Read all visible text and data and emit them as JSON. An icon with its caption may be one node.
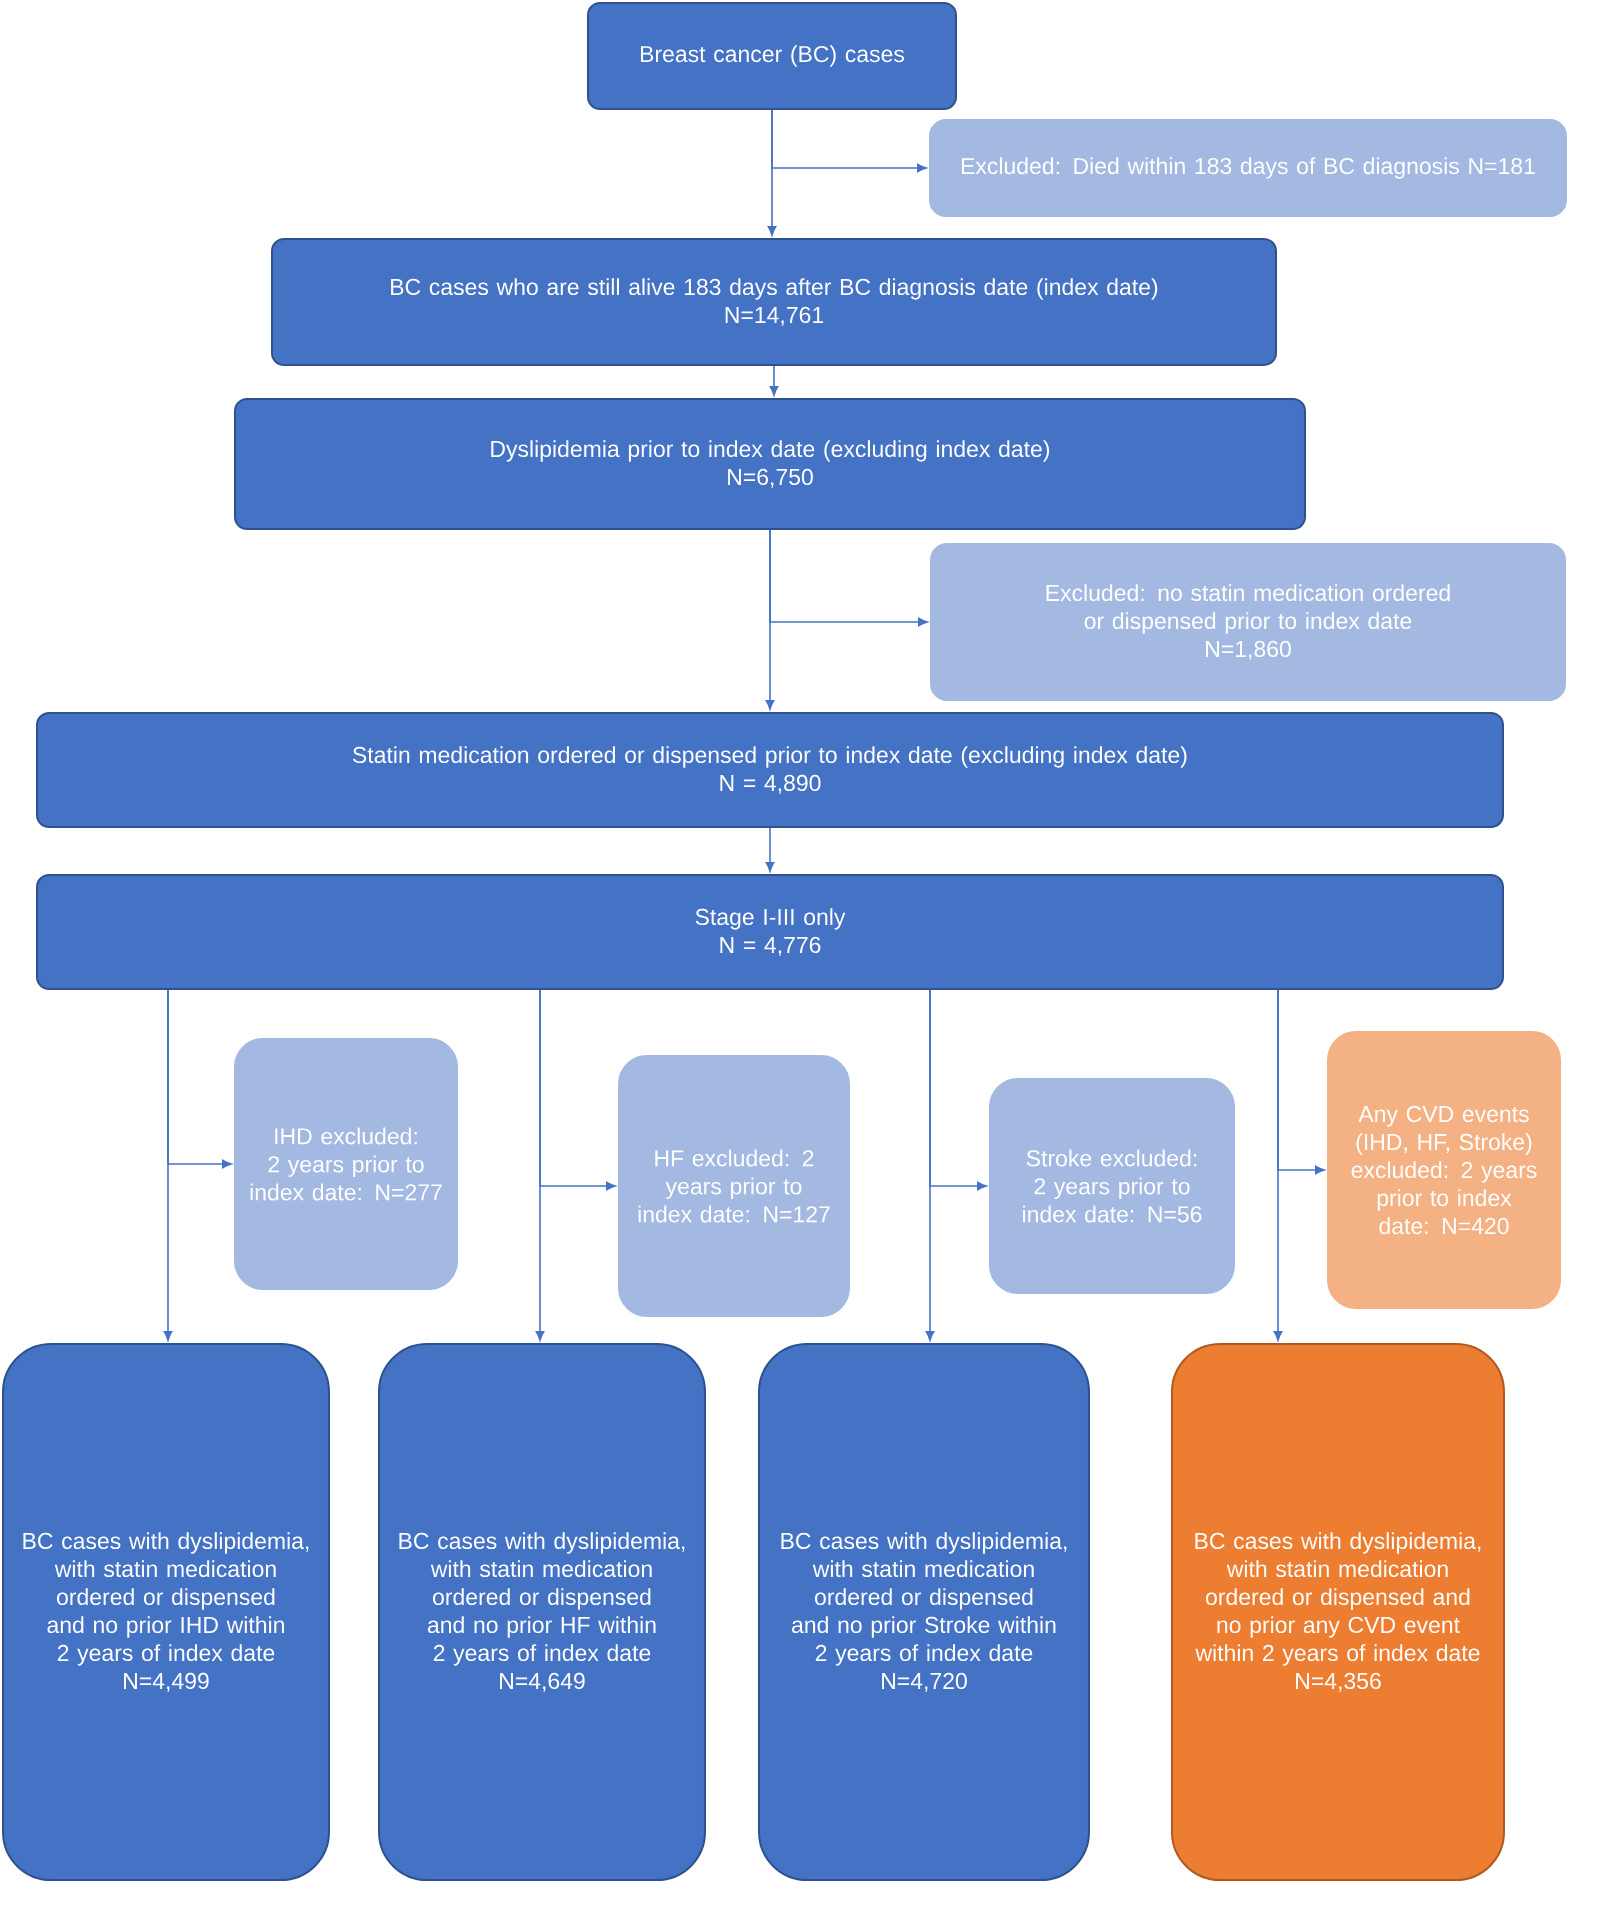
{
  "diagram": {
    "nodes": [
      {
        "text": [
          "Breast cancer (BC) cases"
        ]
      },
      {
        "text": [
          "Excluded: Died within 183 days of BC diagnosis N=181"
        ]
      },
      {
        "text": [
          "BC cases who are still alive 183 days after BC diagnosis date (index date)",
          "N=14,761"
        ]
      },
      {
        "text": [
          "Dyslipidemia prior to index date (excluding index date)",
          "N=6,750"
        ]
      },
      {
        "text": [
          "Excluded: no statin medication ordered or dispensed prior to index date",
          "N=1,860"
        ]
      },
      {
        "text": [
          "Statin medication ordered or dispensed prior to index date (excluding index date)",
          "N = 4,890"
        ]
      },
      {
        "text": [
          "Stage I-III only",
          "N = 4,776"
        ]
      },
      {
        "text": [
          "IHD excluded: 2 years prior to index date: N=277"
        ]
      },
      {
        "text": [
          "HF excluded: 2 years prior to index date: N=127"
        ]
      },
      {
        "text": [
          "Stroke excluded: 2 years prior to index date: N=56"
        ]
      },
      {
        "text": [
          "Any CVD events (IHD, HF, Stroke) excluded: 2 years prior to index date: N=420"
        ]
      },
      {
        "text": [
          "BC cases with dyslipidemia, with statin medication ordered or dispensed and no prior IHD within 2 years of index date",
          "N=4,499"
        ]
      },
      {
        "text": [
          "BC cases with dyslipidemia, with statin medication ordered or dispensed and no prior HF within 2 years of index date",
          "N=4,649"
        ]
      },
      {
        "text": [
          "BC cases with dyslipidemia, with statin medication ordered or dispensed and no prior Stroke within 2 years of index date",
          "N=4,720"
        ]
      },
      {
        "text": [
          "BC cases with dyslipidemia, with statin medication ordered or dispensed and no prior any CVD event within 2 years of index date",
          "N=4,356"
        ]
      }
    ],
    "edges": [
      {
        "from": 0,
        "to": 2,
        "arrow": "to"
      },
      {
        "from": 0,
        "to": 1,
        "arrow": "to"
      },
      {
        "from": 2,
        "to": 3,
        "arrow": "to"
      },
      {
        "from": 3,
        "to": 5,
        "arrow": "to"
      },
      {
        "from": 3,
        "to": 4,
        "arrow": "to"
      },
      {
        "from": 5,
        "to": 6,
        "arrow": "to"
      },
      {
        "from": 6,
        "to": 11,
        "arrow": "to"
      },
      {
        "from": 6,
        "to": 7,
        "arrow": "to"
      },
      {
        "from": 6,
        "to": 12,
        "arrow": "to"
      },
      {
        "from": 6,
        "to": 8,
        "arrow": "to"
      },
      {
        "from": 6,
        "to": 13,
        "arrow": "to"
      },
      {
        "from": 6,
        "to": 9,
        "arrow": "to"
      },
      {
        "from": 6,
        "to": 14,
        "arrow": "to"
      },
      {
        "from": 6,
        "to": 10,
        "arrow": "to"
      }
    ]
  }
}
